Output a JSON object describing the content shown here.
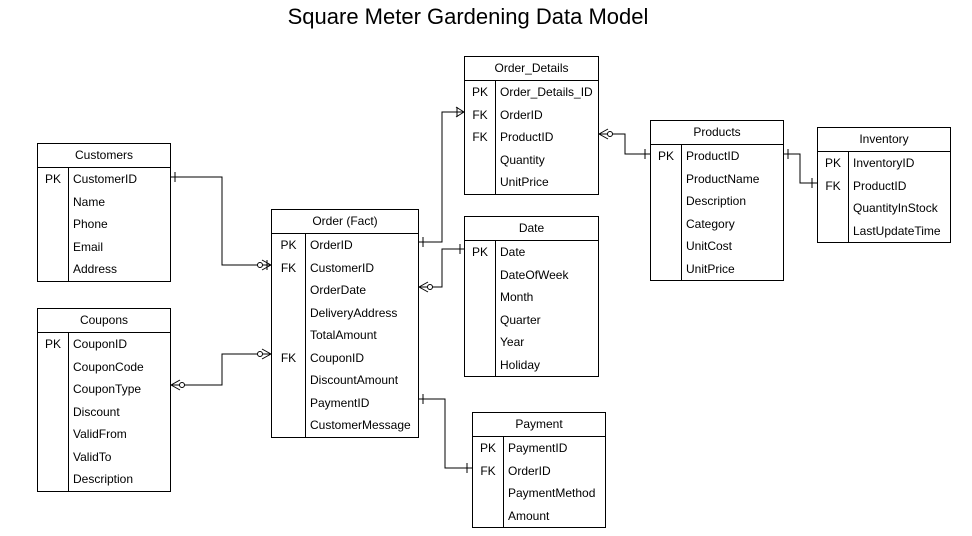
{
  "title": "Square Meter Gardening Data Model",
  "entities": {
    "customers": {
      "name": "Customers",
      "fields": [
        {
          "key": "PK",
          "name": "CustomerID"
        },
        {
          "key": "",
          "name": "Name"
        },
        {
          "key": "",
          "name": "Phone"
        },
        {
          "key": "",
          "name": "Email"
        },
        {
          "key": "",
          "name": "Address"
        }
      ]
    },
    "coupons": {
      "name": "Coupons",
      "fields": [
        {
          "key": "PK",
          "name": "CouponID"
        },
        {
          "key": "",
          "name": "CouponCode"
        },
        {
          "key": "",
          "name": "CouponType"
        },
        {
          "key": "",
          "name": "Discount"
        },
        {
          "key": "",
          "name": "ValidFrom"
        },
        {
          "key": "",
          "name": "ValidTo"
        },
        {
          "key": "",
          "name": "Description"
        }
      ]
    },
    "order": {
      "name": "Order (Fact)",
      "fields": [
        {
          "key": "PK",
          "name": "OrderID"
        },
        {
          "key": "FK",
          "name": "CustomerID"
        },
        {
          "key": "",
          "name": "OrderDate"
        },
        {
          "key": "",
          "name": "DeliveryAddress"
        },
        {
          "key": "",
          "name": "TotalAmount"
        },
        {
          "key": "FK",
          "name": "CouponID"
        },
        {
          "key": "",
          "name": "DiscountAmount"
        },
        {
          "key": "",
          "name": "PaymentID"
        },
        {
          "key": "",
          "name": "CustomerMessage"
        }
      ]
    },
    "order_details": {
      "name": "Order_Details",
      "fields": [
        {
          "key": "PK",
          "name": "Order_Details_ID"
        },
        {
          "key": "FK",
          "name": "OrderID"
        },
        {
          "key": "FK",
          "name": "ProductID"
        },
        {
          "key": "",
          "name": "Quantity"
        },
        {
          "key": "",
          "name": "UnitPrice"
        }
      ]
    },
    "date": {
      "name": "Date",
      "fields": [
        {
          "key": "PK",
          "name": "Date"
        },
        {
          "key": "",
          "name": "DateOfWeek"
        },
        {
          "key": "",
          "name": "Month"
        },
        {
          "key": "",
          "name": "Quarter"
        },
        {
          "key": "",
          "name": "Year"
        },
        {
          "key": "",
          "name": "Holiday"
        }
      ]
    },
    "payment": {
      "name": "Payment",
      "fields": [
        {
          "key": "PK",
          "name": "PaymentID"
        },
        {
          "key": "FK",
          "name": "OrderID"
        },
        {
          "key": "",
          "name": "PaymentMethod"
        },
        {
          "key": "",
          "name": "Amount"
        }
      ]
    },
    "products": {
      "name": "Products",
      "fields": [
        {
          "key": "PK",
          "name": "ProductID"
        },
        {
          "key": "",
          "name": "ProductName"
        },
        {
          "key": "",
          "name": "Description"
        },
        {
          "key": "",
          "name": "Category"
        },
        {
          "key": "",
          "name": "UnitCost"
        },
        {
          "key": "",
          "name": "UnitPrice"
        }
      ]
    },
    "inventory": {
      "name": "Inventory",
      "fields": [
        {
          "key": "PK",
          "name": "InventoryID"
        },
        {
          "key": "FK",
          "name": "ProductID"
        },
        {
          "key": "",
          "name": "QuantityInStock"
        },
        {
          "key": "",
          "name": "LastUpdateTime"
        }
      ]
    }
  },
  "relationships": [
    {
      "from": "customers.CustomerID",
      "to": "order.CustomerID",
      "from_end": "one",
      "to_end": "zero-or-many"
    },
    {
      "from": "coupons.CouponType",
      "to": "order.CouponID",
      "from_end": "zero-or-many",
      "to_end": "zero-or-many"
    },
    {
      "from": "order.OrderID",
      "to": "order_details.OrderID",
      "from_end": "one",
      "to_end": "many"
    },
    {
      "from": "order.OrderDate",
      "to": "date.Date",
      "from_end": "zero-or-many",
      "to_end": "one"
    },
    {
      "from": "order.PaymentID",
      "to": "payment.OrderID",
      "from_end": "one",
      "to_end": "one"
    },
    {
      "from": "order_details.ProductID",
      "to": "products.ProductID",
      "from_end": "zero-or-many",
      "to_end": "one"
    },
    {
      "from": "products.ProductID",
      "to": "inventory.ProductID",
      "from_end": "one",
      "to_end": "one"
    }
  ]
}
